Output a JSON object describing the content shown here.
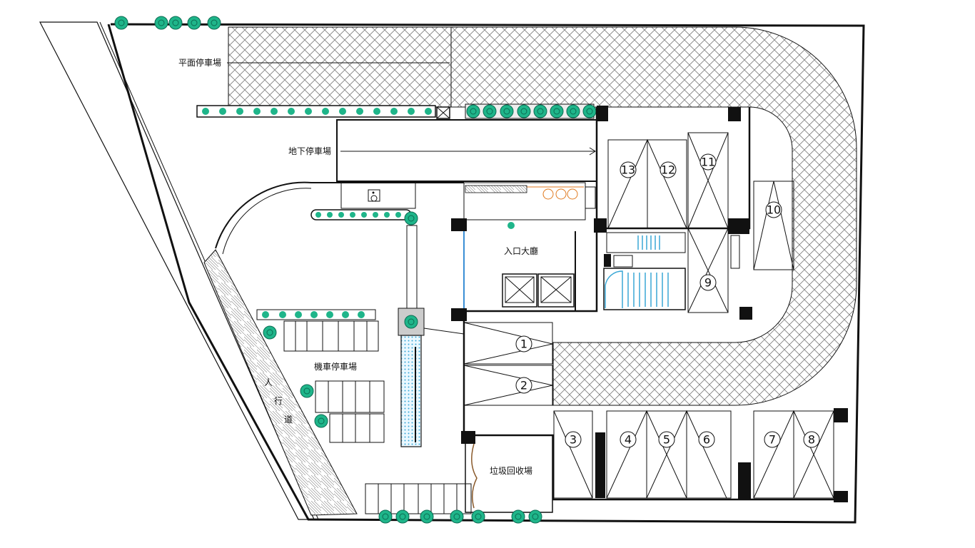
{
  "labels": {
    "surface_parking": "平面停車場",
    "basement_parking": "地下停車場",
    "lobby": "入口大廳",
    "scooter_parking": "機車停車場",
    "recycling": "垃圾回收場",
    "walkway_1": "人",
    "walkway_2": "行",
    "walkway_3": "道"
  },
  "parking_spaces": [
    "1",
    "2",
    "3",
    "4",
    "5",
    "6",
    "7",
    "8",
    "9",
    "10",
    "11",
    "12",
    "13"
  ],
  "colors": {
    "accent_green": "#1fb58a",
    "glass_blue": "#3a8fd6",
    "door_orange": "#e07a1f",
    "paving": "#666666"
  },
  "icons": {
    "accessible": "wheelchair-icon",
    "tree": "tree-icon",
    "elevator": "elevator-icon"
  }
}
